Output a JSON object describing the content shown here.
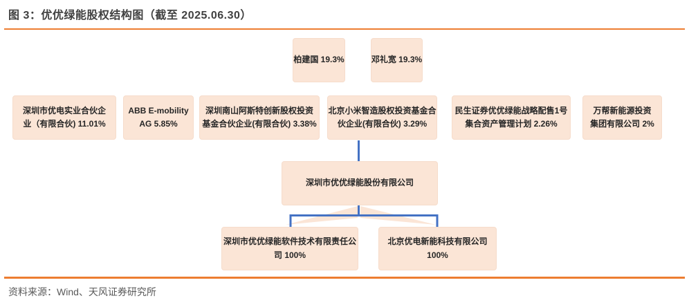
{
  "title": "图 3：优优绿能股权结构图（截至 2025.06.30）",
  "footer": {
    "source": "资料来源：Wind、天风证券研究所"
  },
  "colors": {
    "accent_orange": "#ED7D31",
    "box_fill": "#FBE5D6",
    "connector_blue": "#4472C4",
    "title_text": "#404040",
    "source_text": "#595959",
    "node_text": "#262626"
  },
  "diagram": {
    "top_shareholders": [
      {
        "lines": [
          "柏建国 19.3%"
        ]
      },
      {
        "lines": [
          "邓礼宽 19.3%"
        ]
      }
    ],
    "shareholders": [
      {
        "lines": [
          "深圳市优电实业合伙企",
          "业（有限合伙) 11.01%"
        ]
      },
      {
        "lines": [
          "ABB E-mobility",
          "AG 5.85%"
        ]
      },
      {
        "lines": [
          "深圳南山阿斯特创新股权投资",
          "基金合伙企业(有限合伙) 3.38%"
        ]
      },
      {
        "lines": [
          "北京小米智造股权投资基金合",
          "伙企业(有限合伙) 3.29%"
        ]
      },
      {
        "lines": [
          "民生证券优优绿能战略配售1号",
          "集合资产管理计划 2.26%"
        ]
      },
      {
        "lines": [
          "万帮新能源投资",
          "集团有限公司 2%"
        ]
      }
    ],
    "company": {
      "lines": [
        "深圳市优优绿能股份有限公司"
      ]
    },
    "subsidiaries": [
      {
        "lines": [
          "深圳市优优绿能软件技术有限责任公",
          "司 100%"
        ]
      },
      {
        "lines": [
          "北京优电新能科技有限公司",
          "100%"
        ]
      }
    ]
  }
}
